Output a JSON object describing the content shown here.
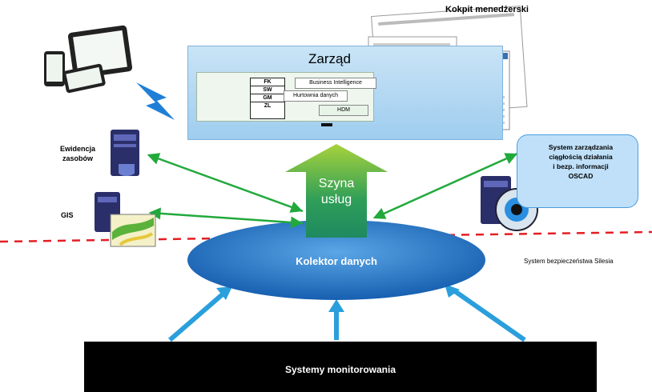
{
  "title": "Kokpit menedżerski",
  "board": {
    "title": "Zarząd",
    "modules": [
      "FK",
      "SW",
      "GM",
      "ZL"
    ],
    "bi": "Business Intelligence",
    "dw": "Hurtownia danych",
    "hdm": "HDM"
  },
  "left_nodes": {
    "assets": "Ewidencja zasobów",
    "gis": "GIS"
  },
  "bus": {
    "line1": "Szyna",
    "line2": "usług"
  },
  "collector": "Kolektor danych",
  "security": "System bezpieczeństwa Silesia",
  "oscad": {
    "line1": "System zarządzania",
    "line2": "ciągłością działania",
    "line3": "i bezp. informacji",
    "line4": "OSCAD"
  },
  "monitoring": "Systemy monitorowania",
  "colors": {
    "arrow_green": "#22a93c",
    "arrow_blue": "#2a9fdc",
    "dash_red": "#e31e24",
    "ellipse": "#1e6fc0",
    "bus_top": "#9ccc3c"
  }
}
